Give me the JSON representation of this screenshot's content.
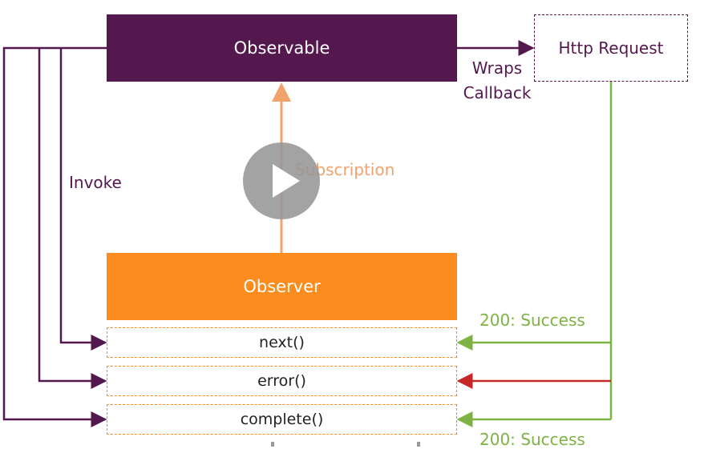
{
  "nodes": {
    "observable": "Observable",
    "http_request": "Http Request",
    "observer": "Observer",
    "methods": [
      "next()",
      "error()",
      "complete()"
    ]
  },
  "labels": {
    "wraps": "Wraps",
    "callback": "Callback",
    "invoke": "Invoke",
    "subscription": "Subscription",
    "success_top": "200: Success",
    "success_bottom": "200: Success"
  },
  "colors": {
    "observable": "#54184f",
    "observer": "#fb8c1d",
    "subscription_arrow": "#f2a26b",
    "success": "#7cb342",
    "error": "#c62828"
  },
  "video_overlay": {
    "icon": "play-icon"
  }
}
